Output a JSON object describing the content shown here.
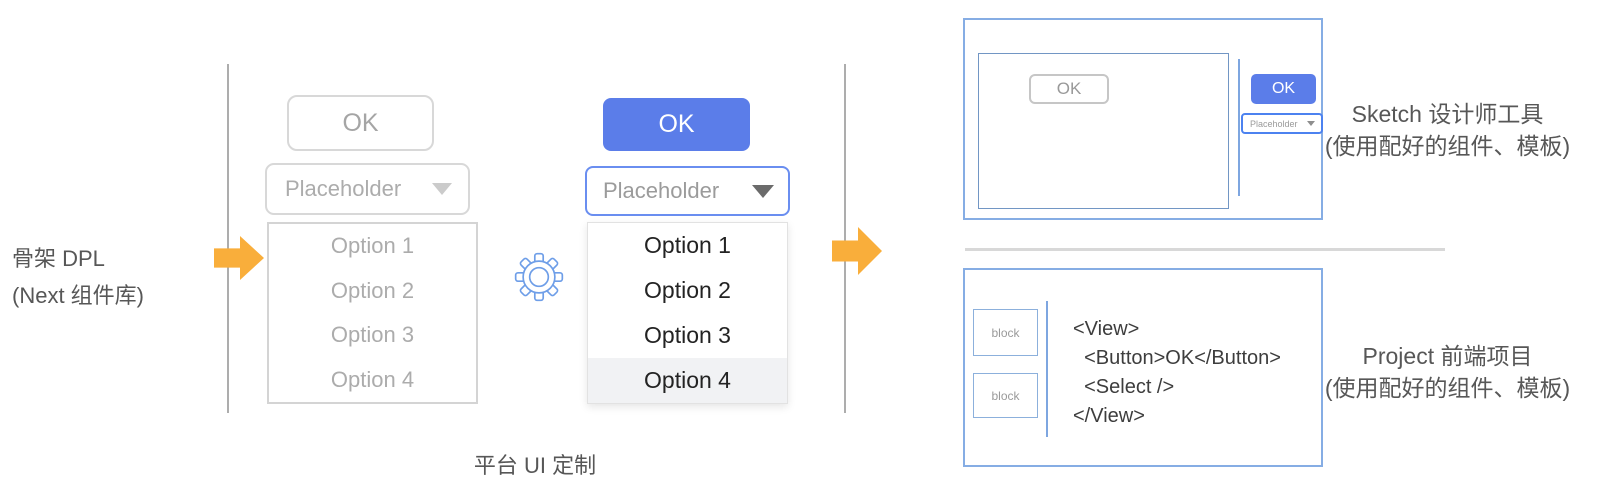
{
  "colors": {
    "accent_blue": "#5B7DE9",
    "arrow_orange": "#F9AE3B",
    "panel_border_blue": "#86ADE4",
    "skeleton_gray": "#D8D8D8",
    "selected_row_bg": "#F1F2F4",
    "label_gray": "#595959"
  },
  "left_label": {
    "line1": "骨架 DPL",
    "line2": "(Next 组件库)"
  },
  "skeleton": {
    "button_label": "OK",
    "select_placeholder": "Placeholder",
    "options": [
      "Option 1",
      "Option 2",
      "Option 3",
      "Option 4"
    ]
  },
  "styled": {
    "button_label": "OK",
    "select_placeholder": "Placeholder",
    "options": [
      "Option 1",
      "Option 2",
      "Option 3",
      "Option 4"
    ],
    "selected_option": "Option 4"
  },
  "gear": {
    "icon": "gear-icon"
  },
  "bottom_label": "平台 UI 定制",
  "sketch_panel": {
    "canvas_button_label": "OK",
    "panel_button_label": "OK",
    "panel_select_placeholder": "Placeholder",
    "label_line1": "Sketch 设计师工具",
    "label_line2": "(使用配好的组件、模板)"
  },
  "project_panel": {
    "block1_label": "block",
    "block2_label": "block",
    "code_lines": [
      "<View>",
      "  <Button>OK</Button>",
      "  <Select />",
      "</View>"
    ],
    "label_line1": "Project 前端项目",
    "label_line2": "(使用配好的组件、模板)"
  }
}
